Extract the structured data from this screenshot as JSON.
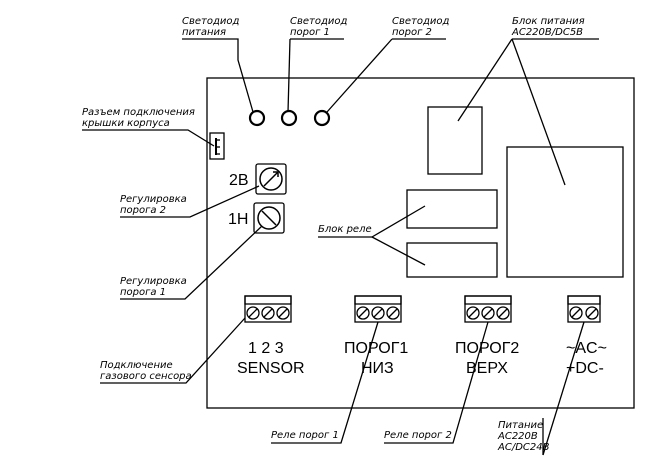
{
  "callouts": {
    "led_power": "Светодиод\nпитания",
    "led_threshold1": "Светодиод\nпорог 1",
    "led_threshold2": "Светодиод\nпорог 2",
    "power_block": "Блок питания\nAC220B/DC5B",
    "cover_connector": "Разъем подключения\nкрышки корпуса",
    "adjust_threshold2": "Регулировка\nпорога 2",
    "relay_block": "Блок реле",
    "adjust_threshold1": "Регулировка\nпорога 1",
    "gas_sensor": "Подключение\nгазового сенсора",
    "relay_threshold1": "Реле порог 1",
    "relay_threshold2": "Реле порог 2",
    "power_supply": "Питание\nAC220B\nAC/DC24B"
  },
  "board": {
    "pot_2b": "2В",
    "pot_1h": "1Н",
    "sensor_pins": "1 2 3",
    "sensor_label": "SENSOR",
    "porog1": "ПОРОГ1",
    "porog1_sub": "НИЗ",
    "porog2": "ПОРОГ2",
    "porog2_sub": "ВЕРХ",
    "power_ac": "~AC~",
    "power_dc": "+DC-"
  }
}
